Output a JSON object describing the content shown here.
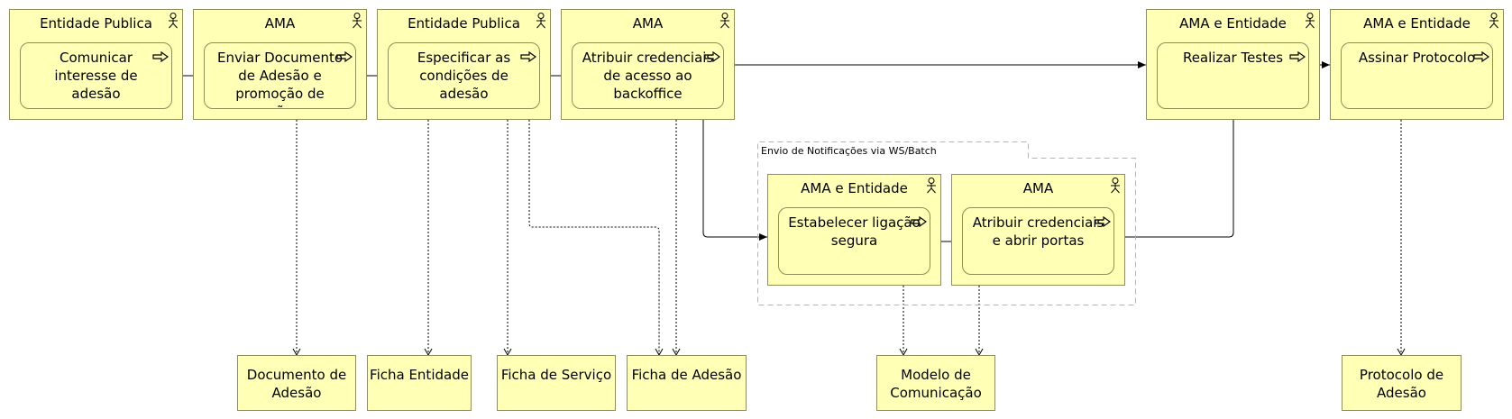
{
  "lanes": [
    {
      "id": "l1",
      "title": "Entidade Publica"
    },
    {
      "id": "l2",
      "title": "AMA"
    },
    {
      "id": "l3",
      "title": "Entidade Publica"
    },
    {
      "id": "l4",
      "title": "AMA"
    },
    {
      "id": "l5",
      "title": "AMA e Entidade"
    },
    {
      "id": "l6",
      "title": "AMA e Entidade"
    },
    {
      "id": "l7",
      "title": "AMA e Entidade"
    },
    {
      "id": "l8",
      "title": "AMA"
    }
  ],
  "processes": [
    {
      "id": "p1",
      "lines": [
        "Comunicar",
        "interesse de",
        "adesão"
      ]
    },
    {
      "id": "p2",
      "lines": [
        "Enviar Documento",
        "de Adesão e",
        "promoção de",
        "ações"
      ]
    },
    {
      "id": "p3",
      "lines": [
        "Especificar as",
        "condições de",
        "adesão"
      ]
    },
    {
      "id": "p4",
      "lines": [
        "Atribuir credenciais",
        "de acesso ao",
        "backoffice"
      ]
    },
    {
      "id": "p5",
      "lines": [
        "Realizar Testes"
      ]
    },
    {
      "id": "p6",
      "lines": [
        "Assinar Protocolo"
      ]
    },
    {
      "id": "p7",
      "lines": [
        "Estabelecer ligação",
        "segura"
      ]
    },
    {
      "id": "p8",
      "lines": [
        "Atribuir credenciais",
        "e abrir portas"
      ]
    }
  ],
  "artifacts": [
    {
      "id": "a1",
      "lines": [
        "Documento de",
        "Adesão"
      ]
    },
    {
      "id": "a2",
      "lines": [
        "Ficha Entidade"
      ]
    },
    {
      "id": "a3",
      "lines": [
        "Ficha de Serviço"
      ]
    },
    {
      "id": "a4",
      "lines": [
        "Ficha de Adesão"
      ]
    },
    {
      "id": "a5",
      "lines": [
        "Modelo de",
        "Comunicação"
      ]
    },
    {
      "id": "a6",
      "lines": [
        "Protocolo de",
        "Adesão"
      ]
    }
  ],
  "group": {
    "label": "Envio de Notificações via WS/Batch"
  },
  "colors": {
    "fill": "#ffffb5",
    "border": "#8f8f57",
    "group_border": "#b4b4b4",
    "line": "#000000"
  }
}
